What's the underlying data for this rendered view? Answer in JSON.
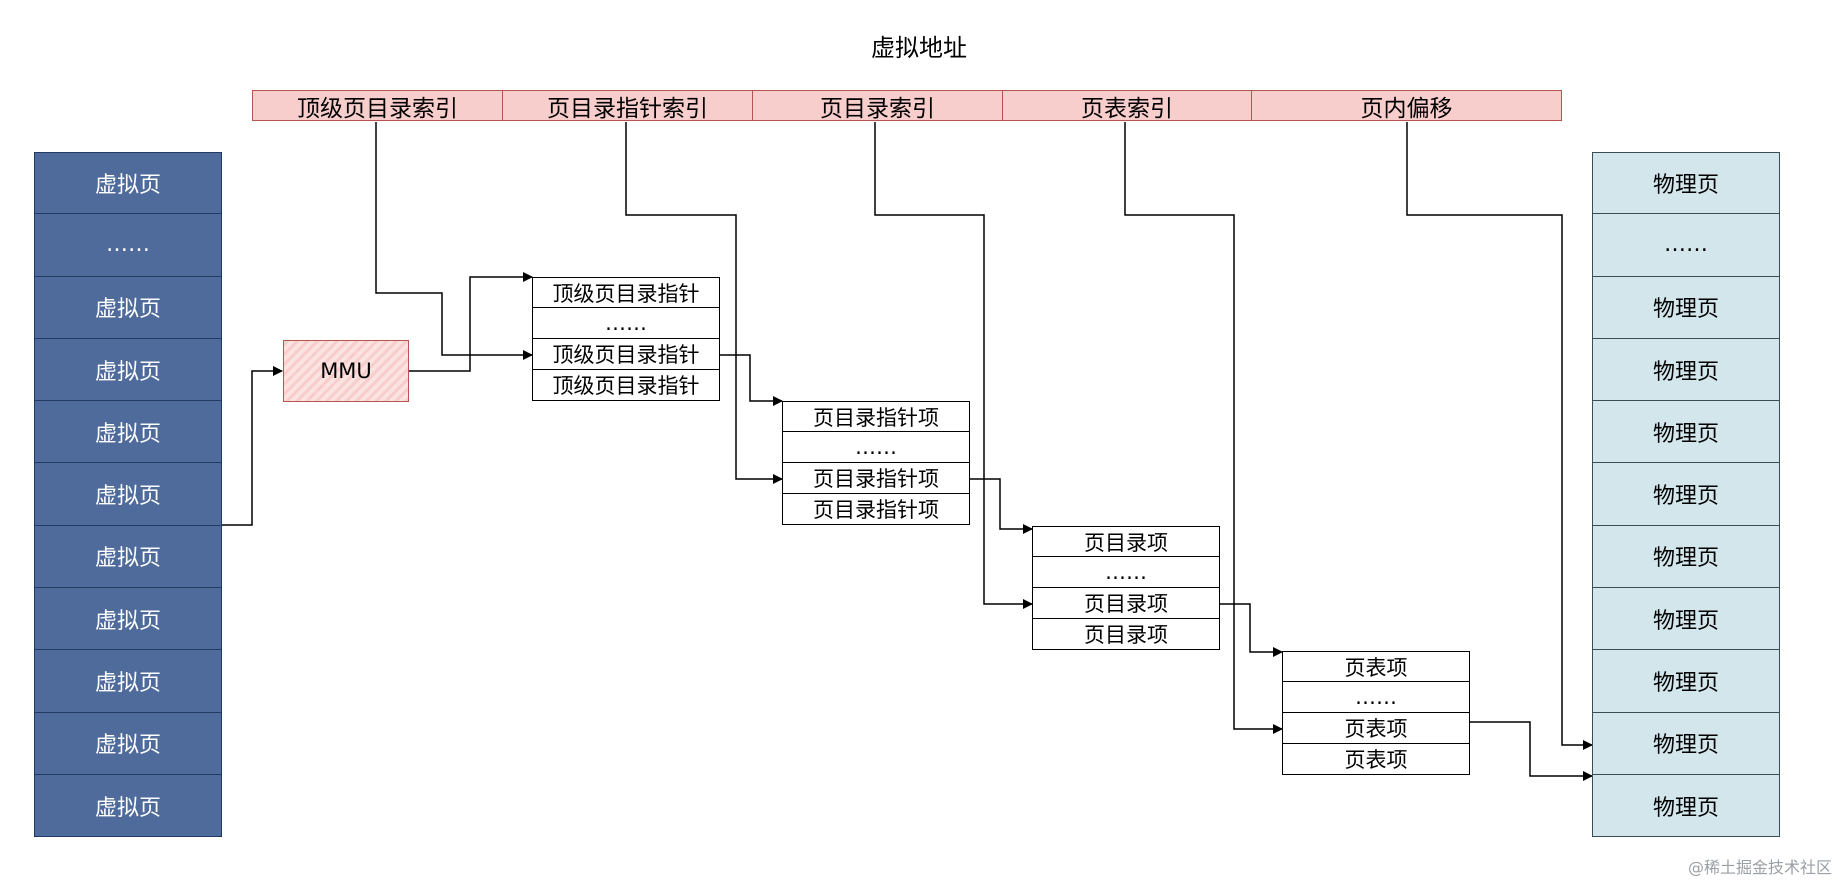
{
  "title": "虚拟地址",
  "address_fields": [
    "顶级页目录索引",
    "页目录指针索引",
    "页目录索引",
    "页表索引",
    "页内偏移"
  ],
  "virtual_pages": [
    "虚拟页",
    "……",
    "虚拟页",
    "虚拟页",
    "虚拟页",
    "虚拟页",
    "虚拟页",
    "虚拟页",
    "虚拟页",
    "虚拟页",
    "虚拟页"
  ],
  "physical_pages": [
    "物理页",
    "……",
    "物理页",
    "物理页",
    "物理页",
    "物理页",
    "物理页",
    "物理页",
    "物理页",
    "物理页",
    "物理页"
  ],
  "mmu_label": "MMU",
  "tables": [
    {
      "name": "top-level-directory-table",
      "rows": [
        "顶级页目录指针",
        "……",
        "顶级页目录指针",
        "顶级页目录指针"
      ]
    },
    {
      "name": "directory-pointer-table",
      "rows": [
        "页目录指针项",
        "……",
        "页目录指针项",
        "页目录指针项"
      ]
    },
    {
      "name": "page-directory-table",
      "rows": [
        "页目录项",
        "……",
        "页目录项",
        "页目录项"
      ]
    },
    {
      "name": "page-table",
      "rows": [
        "页表项",
        "……",
        "页表项",
        "页表项"
      ]
    }
  ],
  "watermark": "@稀土掘金技术社区"
}
